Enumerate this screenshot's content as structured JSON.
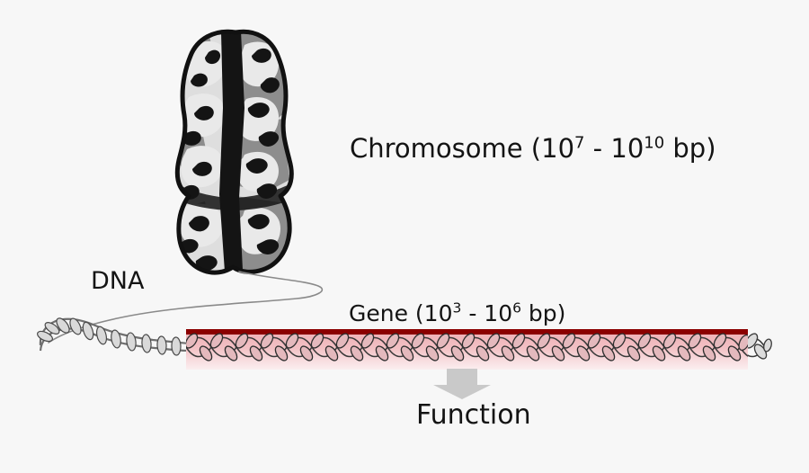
{
  "figure": {
    "title": "Chromosome to gene to DNA function diagram",
    "background_color": "#f7f7f7"
  },
  "labels": {
    "chromosome": {
      "name": "Chromosome",
      "prefix": "Chromosome  (10",
      "exp_low": "7",
      "middle": " - 10",
      "exp_high": "10",
      "suffix": " bp)",
      "full_text": "Chromosome (10^7 - 10^10 bp)"
    },
    "gene": {
      "name": "Gene",
      "prefix": "Gene  (10",
      "exp_low": "3",
      "middle": " - 10",
      "exp_high": "6",
      "suffix": " bp)",
      "full_text": "Gene (10^3 - 10^6 bp)"
    },
    "dna": {
      "text": "DNA"
    },
    "function": {
      "text": "Function"
    }
  },
  "colors": {
    "gene_bar": "#8b0000",
    "gene_band_top": "#efb3b8",
    "gene_band_bottom": "#fbeeef",
    "arrow": "#c9c9c9",
    "text": "#141414",
    "chromosome_dark": "#111111",
    "chromosome_mid": "#8a8a8a",
    "chromosome_light": "#dcdcdc",
    "dna_gray": "#9a9a9a",
    "dna_pink": "#e6b3b8"
  },
  "elements": {
    "chromosome_icon": "chromosome-illustration",
    "dna_helix": "dna-double-helix",
    "gene_region": "gene-region-bar",
    "function_arrow": "down-arrow-icon"
  }
}
